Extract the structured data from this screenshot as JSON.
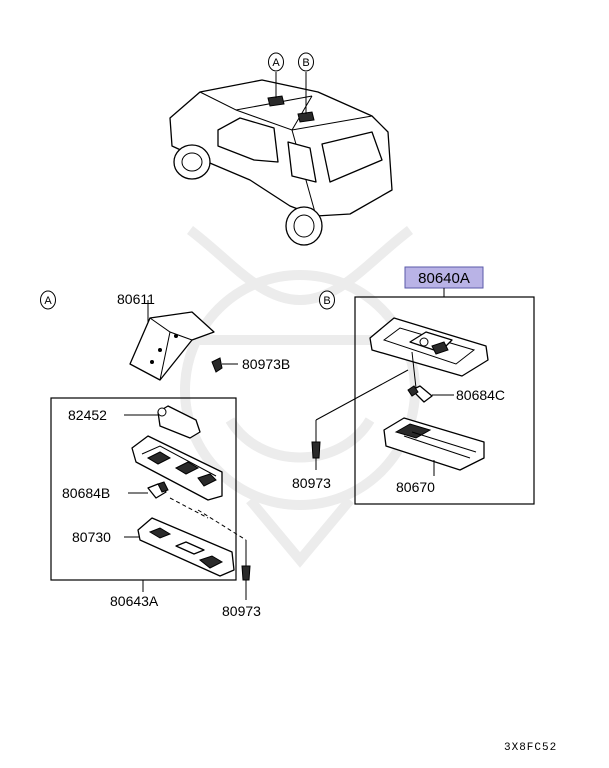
{
  "sections": {
    "a_marker": "A",
    "b_marker": "B"
  },
  "car": {
    "marker_a": "A",
    "marker_b": "B"
  },
  "group_a": {
    "parts": {
      "p80611": "80611",
      "p80973B": "80973B",
      "p82452": "82452",
      "p80684B": "80684B",
      "p80730": "80730",
      "p80643A": "80643A",
      "p80973": "80973"
    }
  },
  "group_b": {
    "assembly_label": "80640A",
    "parts": {
      "p80684C": "80684C",
      "p80973": "80973",
      "p80670": "80670"
    }
  },
  "footer_code": "3X8FC52",
  "colors": {
    "highlight_fill": "#b9b3e6",
    "highlight_stroke": "#5a5aa8"
  }
}
